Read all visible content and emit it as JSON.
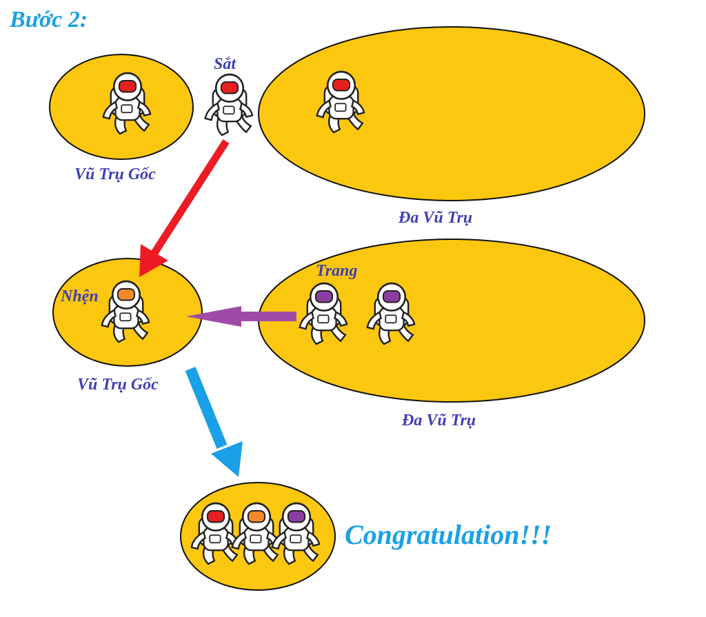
{
  "title": "Bước 2:",
  "labels": {
    "sat": "Sắt",
    "nhen": "Nhện",
    "trang": "Trang",
    "origin_universe_1": "Vũ Trụ Gốc",
    "origin_universe_2": "Vũ Trụ Gốc",
    "multiverse_1": "Đa Vũ Trụ",
    "multiverse_2": "Đa Vũ Trụ"
  },
  "congrats": "Congratulation!!!",
  "colors": {
    "universe_fill": "#fcc70f",
    "label": "#3f3fb5",
    "title": "#1aa0e6",
    "arrow_red": "#ed1c24",
    "arrow_purple": "#a04aa8",
    "arrow_blue": "#1aa0e6",
    "visor_red": "#e62020",
    "visor_orange": "#f4882a",
    "visor_purple": "#8a3fa0"
  },
  "astronauts": [
    {
      "id": "astronaut-origin-top",
      "visor": "visor_red"
    },
    {
      "id": "astronaut-sat",
      "visor": "visor_red"
    },
    {
      "id": "astronaut-multiverse-top",
      "visor": "visor_red"
    },
    {
      "id": "astronaut-nhen",
      "visor": "visor_orange"
    },
    {
      "id": "astronaut-trang",
      "visor": "visor_purple"
    },
    {
      "id": "astronaut-multiverse-bottom",
      "visor": "visor_purple"
    },
    {
      "id": "astronaut-final-1",
      "visor": "visor_red"
    },
    {
      "id": "astronaut-final-2",
      "visor": "visor_orange"
    },
    {
      "id": "astronaut-final-3",
      "visor": "visor_purple"
    }
  ]
}
